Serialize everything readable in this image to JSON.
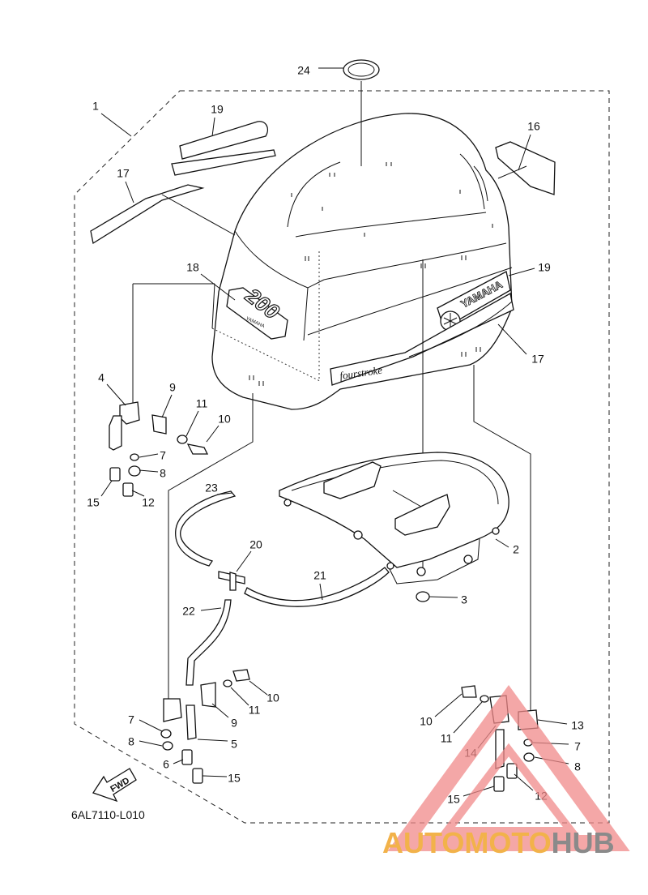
{
  "diagram": {
    "drawing_code": "6AL7110-L010",
    "direction_label": "FWD",
    "cowling_texts": {
      "model": "200",
      "brand": "YAMAHA",
      "series": "fourstroke"
    },
    "callouts": [
      {
        "id": "c24",
        "label": "24"
      },
      {
        "id": "c1",
        "label": "1"
      },
      {
        "id": "c19a",
        "label": "19"
      },
      {
        "id": "c16",
        "label": "16"
      },
      {
        "id": "c17a",
        "label": "17"
      },
      {
        "id": "c18",
        "label": "18"
      },
      {
        "id": "c19b",
        "label": "19"
      },
      {
        "id": "c17b",
        "label": "17"
      },
      {
        "id": "c4a",
        "label": "4"
      },
      {
        "id": "c9a",
        "label": "9"
      },
      {
        "id": "c11a",
        "label": "11"
      },
      {
        "id": "c10a",
        "label": "10"
      },
      {
        "id": "c7a",
        "label": "7"
      },
      {
        "id": "c8a",
        "label": "8"
      },
      {
        "id": "c15a",
        "label": "15"
      },
      {
        "id": "c12a",
        "label": "12"
      },
      {
        "id": "c23",
        "label": "23"
      },
      {
        "id": "c2",
        "label": "2"
      },
      {
        "id": "c20",
        "label": "20"
      },
      {
        "id": "c21",
        "label": "21"
      },
      {
        "id": "c3",
        "label": "3"
      },
      {
        "id": "c22",
        "label": "22"
      },
      {
        "id": "c10b",
        "label": "10"
      },
      {
        "id": "c11b",
        "label": "11"
      },
      {
        "id": "c9b",
        "label": "9"
      },
      {
        "id": "c7b",
        "label": "7"
      },
      {
        "id": "c5",
        "label": "5"
      },
      {
        "id": "c8b",
        "label": "8"
      },
      {
        "id": "c6",
        "label": "6"
      },
      {
        "id": "c15b",
        "label": "15"
      },
      {
        "id": "c10c",
        "label": "10"
      },
      {
        "id": "c11c",
        "label": "11"
      },
      {
        "id": "c13",
        "label": "13"
      },
      {
        "id": "c14",
        "label": "14"
      },
      {
        "id": "c7c",
        "label": "7"
      },
      {
        "id": "c8c",
        "label": "8"
      },
      {
        "id": "c15c",
        "label": "15"
      },
      {
        "id": "c12b",
        "label": "12"
      }
    ]
  },
  "watermark": {
    "part1": "AUTOMOTO",
    "part2": "HUB",
    "color_primary": "#f2b24a",
    "color_secondary": "#8a8a8a",
    "triangle_color": "#f08a8a"
  }
}
